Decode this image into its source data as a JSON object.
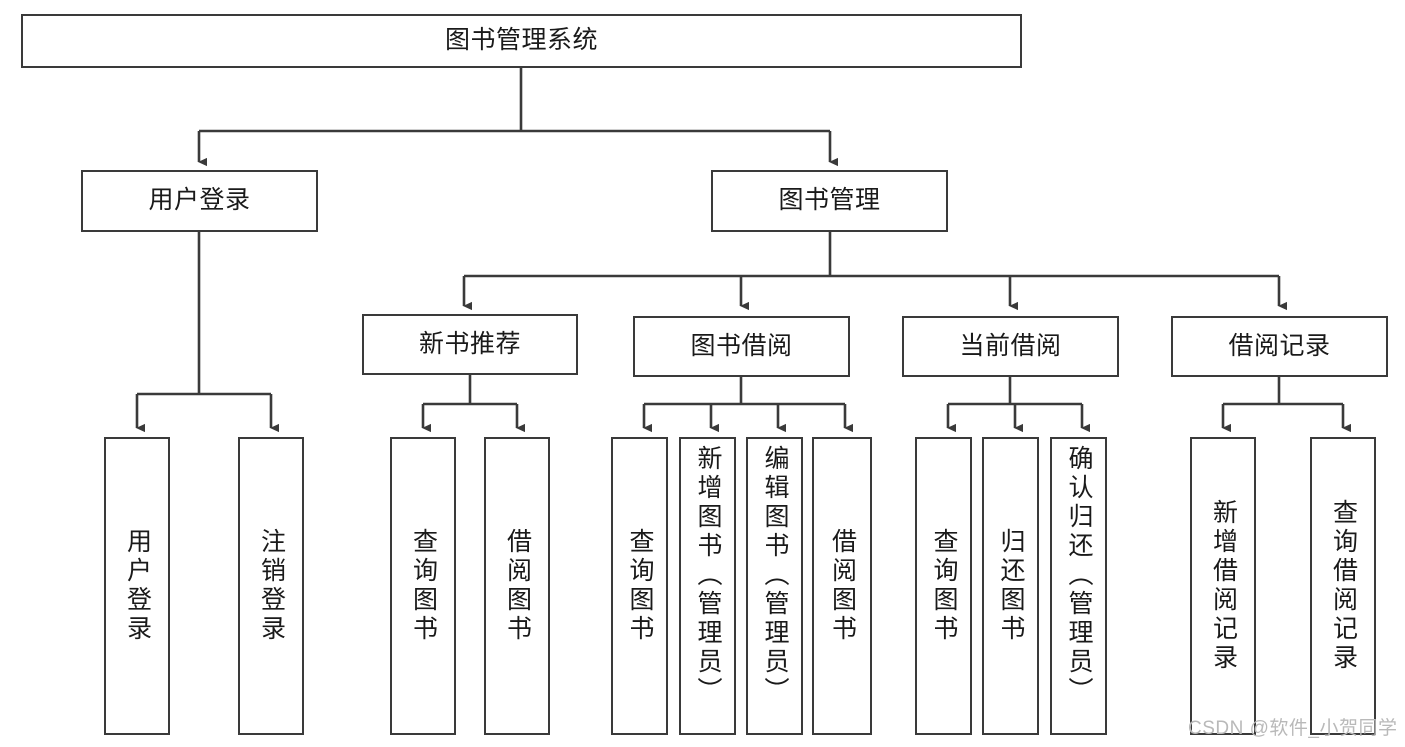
{
  "diagram": {
    "title": "图书管理系统",
    "type": "tree-hierarchy-chart",
    "stroke_color": "#3a3a3a",
    "background_color": "#ffffff",
    "text_color": "#1a1a1a"
  },
  "nodes": {
    "root": {
      "label": "图书管理系统"
    },
    "level2": [
      {
        "label": "用户登录"
      },
      {
        "label": "图书管理"
      }
    ],
    "level3": [
      {
        "label": "新书推荐"
      },
      {
        "label": "图书借阅"
      },
      {
        "label": "当前借阅"
      },
      {
        "label": "借阅记录"
      }
    ],
    "leaves": {
      "user_login": [
        {
          "label": "用户登录"
        },
        {
          "label": "注销登录"
        }
      ],
      "new_book_recommend": [
        {
          "label": "查询图书"
        },
        {
          "label": "借阅图书"
        }
      ],
      "book_borrow": [
        {
          "label": "查询图书"
        },
        {
          "label": "新增图书（管理员）"
        },
        {
          "label": "编辑图书（管理员）"
        },
        {
          "label": "借阅图书"
        }
      ],
      "current_borrow": [
        {
          "label": "查询图书"
        },
        {
          "label": "归还图书"
        },
        {
          "label": "确认归还（管理员）"
        }
      ],
      "borrow_record": [
        {
          "label": "新增借阅记录"
        },
        {
          "label": "查询借阅记录"
        }
      ]
    }
  },
  "watermark": {
    "text": "CSDN @软件_小贺同学"
  }
}
